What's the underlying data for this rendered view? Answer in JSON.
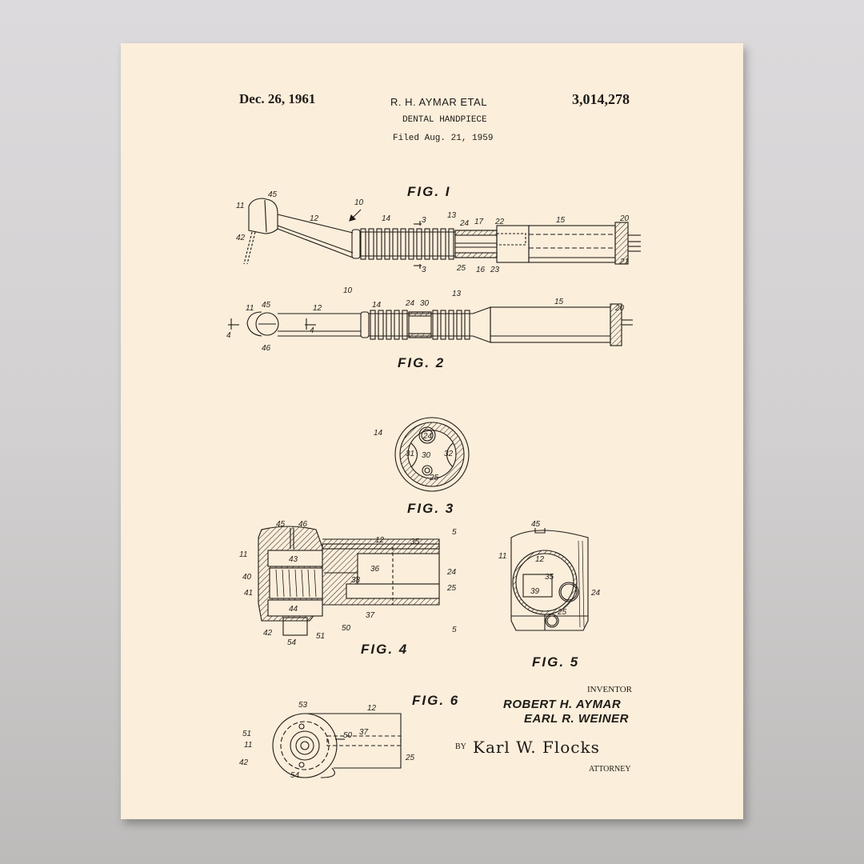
{
  "poster": {
    "background_color": "#fbeedb",
    "ink_color": "#1e1a16",
    "wall_color": "#d6d4d4"
  },
  "header": {
    "date": "Dec. 26, 1961",
    "inventor_heading": "R. H. AYMAR ETAL",
    "title": "DENTAL HANDPIECE",
    "filed": "Filed Aug. 21, 1959",
    "patent_number": "3,014,278"
  },
  "figures": [
    {
      "label": "FIG. I",
      "refs": [
        "10",
        "11",
        "12",
        "13",
        "14",
        "15",
        "16",
        "17",
        "20",
        "21",
        "22",
        "23",
        "24",
        "25",
        "3",
        "42",
        "45"
      ]
    },
    {
      "label": "FIG. 2",
      "refs": [
        "10",
        "11",
        "12",
        "13",
        "14",
        "15",
        "20",
        "24",
        "30",
        "4",
        "45",
        "46"
      ]
    },
    {
      "label": "FIG. 3",
      "refs": [
        "14",
        "24",
        "25",
        "30",
        "31",
        "32"
      ]
    },
    {
      "label": "FIG. 4",
      "refs": [
        "11",
        "12",
        "24",
        "25",
        "35",
        "36",
        "37",
        "38",
        "40",
        "41",
        "42",
        "43",
        "44",
        "45",
        "46",
        "5",
        "50",
        "51",
        "54"
      ]
    },
    {
      "label": "FIG. 5",
      "refs": [
        "11",
        "12",
        "24",
        "25",
        "35",
        "39",
        "45"
      ]
    },
    {
      "label": "FIG. 6",
      "refs": [
        "11",
        "12",
        "25",
        "37",
        "42",
        "50",
        "51",
        "53",
        "54"
      ]
    }
  ],
  "signature": {
    "inventor_label": "INVENTOR",
    "inventors": [
      "ROBERT H. AYMAR",
      "EARL R. WEINER"
    ],
    "by_label": "BY",
    "attorney_signature": "Karl W. Flocks",
    "attorney_label": "ATTORNEY"
  }
}
